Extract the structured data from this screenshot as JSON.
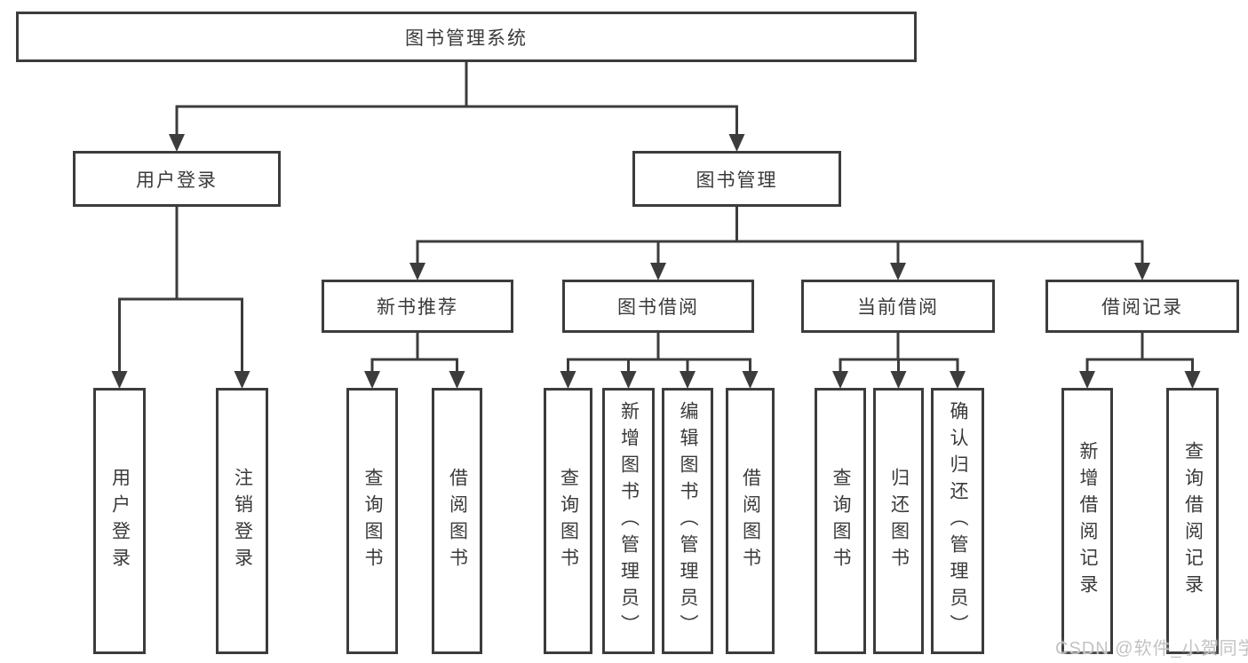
{
  "diagram": {
    "type": "hierarchy",
    "root_label": "图书管理系统"
  },
  "colors": {
    "line": "#3c3c3c",
    "box_border": "#3c3c3c",
    "text": "#3a3a3a",
    "background": "#ffffff",
    "watermark": "#c3c3c3"
  },
  "watermark": "CSDN @软件_小贺同学",
  "nodes": [
    {
      "id": "root",
      "label": "图书管理系统",
      "orient": "h"
    },
    {
      "id": "user-login",
      "label": "用户登录",
      "orient": "h"
    },
    {
      "id": "book-mgmt",
      "label": "图书管理",
      "orient": "h"
    },
    {
      "id": "new-book-rec",
      "label": "新书推荐",
      "orient": "h"
    },
    {
      "id": "book-borrow",
      "label": "图书借阅",
      "orient": "h"
    },
    {
      "id": "current-borrow",
      "label": "当前借阅",
      "orient": "h"
    },
    {
      "id": "borrow-records",
      "label": "借阅记录",
      "orient": "h"
    },
    {
      "id": "leaf-user-login",
      "label": "用户登录",
      "orient": "v"
    },
    {
      "id": "leaf-logout",
      "label": "注销登录",
      "orient": "v"
    },
    {
      "id": "leaf-query-book-rec",
      "label": "查询图书",
      "orient": "v"
    },
    {
      "id": "leaf-borrow-book-rec",
      "label": "借阅图书",
      "orient": "v"
    },
    {
      "id": "leaf-query-book-borrow",
      "label": "查询图书",
      "orient": "v"
    },
    {
      "id": "leaf-add-book",
      "label": "新增图书（管理员）",
      "orient": "v"
    },
    {
      "id": "leaf-edit-book",
      "label": "编辑图书（管理员）",
      "orient": "v"
    },
    {
      "id": "leaf-borrow-book",
      "label": "借阅图书",
      "orient": "v"
    },
    {
      "id": "leaf-query-book-current",
      "label": "查询图书",
      "orient": "v"
    },
    {
      "id": "leaf-return-book",
      "label": "归还图书",
      "orient": "v"
    },
    {
      "id": "leaf-confirm-return",
      "label": "确认归还（管理员）",
      "orient": "v"
    },
    {
      "id": "leaf-add-borrow-record",
      "label": "新增借阅记录",
      "orient": "v"
    },
    {
      "id": "leaf-query-borrow-record",
      "label": "查询借阅记录",
      "orient": "v"
    }
  ],
  "edges": [
    {
      "from": "root",
      "to": [
        "user-login",
        "book-mgmt"
      ]
    },
    {
      "from": "user-login",
      "to": [
        "leaf-user-login",
        "leaf-logout"
      ]
    },
    {
      "from": "book-mgmt",
      "to": [
        "new-book-rec",
        "book-borrow",
        "current-borrow",
        "borrow-records"
      ]
    },
    {
      "from": "new-book-rec",
      "to": [
        "leaf-query-book-rec",
        "leaf-borrow-book-rec"
      ]
    },
    {
      "from": "book-borrow",
      "to": [
        "leaf-query-book-borrow",
        "leaf-add-book",
        "leaf-edit-book",
        "leaf-borrow-book"
      ]
    },
    {
      "from": "current-borrow",
      "to": [
        "leaf-query-book-current",
        "leaf-return-book",
        "leaf-confirm-return"
      ]
    },
    {
      "from": "borrow-records",
      "to": [
        "leaf-add-borrow-record",
        "leaf-query-borrow-record"
      ]
    }
  ]
}
